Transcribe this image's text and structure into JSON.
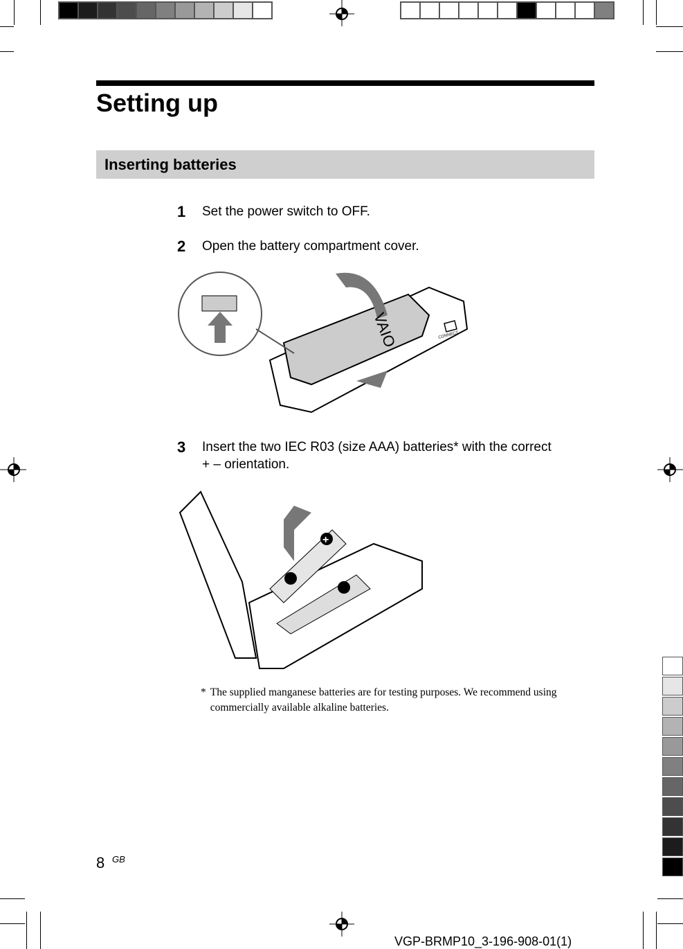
{
  "header": {
    "title": "Setting up",
    "section": "Inserting batteries"
  },
  "steps": [
    {
      "number": "1",
      "text": "Set the power switch to OFF."
    },
    {
      "number": "2",
      "text": "Open the battery compartment cover."
    },
    {
      "number": "3",
      "text": "Insert the two IEC R03 (size AAA) batteries* with the correct",
      "text2": "+ – orientation."
    }
  ],
  "footnote": {
    "marker": "*",
    "text": "The supplied manganese batteries are for testing purposes. We recommend using commercially available alkaline batteries."
  },
  "illustration": {
    "logo": "VAIO",
    "button_label": "CONNECT"
  },
  "footer": {
    "page": "8",
    "lang": "GB",
    "code": "VGP-BRMP10_3-196-908-01(1)"
  },
  "colors": {
    "left_bar": [
      "#000000",
      "#1c1c1c",
      "#333333",
      "#4d4d4d",
      "#666666",
      "#808080",
      "#999999",
      "#b3b3b3",
      "#cccccc",
      "#e6e6e6",
      "#ffffff"
    ],
    "right_bar": [
      "#ffffff",
      "#ffffff",
      "#ffffff",
      "#ffffff",
      "#ffffff",
      "#ffffff",
      "#000000",
      "#ffffff",
      "#ffffff",
      "#ffffff",
      "#808080"
    ],
    "side_tabs": [
      "#ffffff",
      "#e6e6e6",
      "#cccccc",
      "#b3b3b3",
      "#999999",
      "#808080",
      "#666666",
      "#4d4d4d",
      "#333333",
      "#1c1c1c",
      "#000000"
    ]
  }
}
